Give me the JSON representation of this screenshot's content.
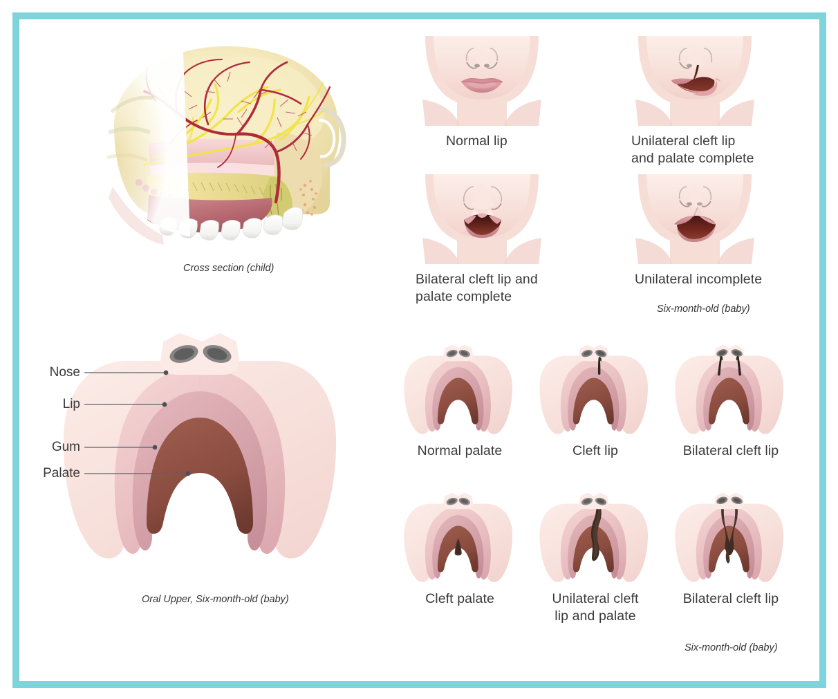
{
  "poster": {
    "border_color": "#7ed4da",
    "background_color": "#ffffff",
    "text_color": "#3b3b3b"
  },
  "palette": {
    "skin_light": "#fbeae4",
    "skin_mid": "#f6ddd6",
    "skin_shadow": "#eccfc7",
    "lip_pink": "#d79aa0",
    "gum_pink": "#dcb0b5",
    "palate_dark": "#7e453b",
    "palate_mid": "#9b5d4e",
    "mouth_dark": "#5e2622",
    "nostril_gray": "#6d6d6d",
    "cleft_dark": "#4a342c",
    "bone_yellow": "#efe3a8",
    "artery_red": "#b02a3a",
    "nerve_yellow": "#f2e34a",
    "tooth_white": "#fdfdfd",
    "mucosa_pink": "#f0cfd2"
  },
  "cross_section": {
    "caption": "Cross section (child)"
  },
  "faces": {
    "items": [
      {
        "id": "normal-lip",
        "label": "Normal lip",
        "type": "normal"
      },
      {
        "id": "unilateral-complete",
        "label": "Unilateral cleft lip\nand palate complete",
        "type": "unilateral-complete"
      },
      {
        "id": "bilateral-complete",
        "label": "Bilateral cleft lip and\npalate complete",
        "type": "bilateral-complete"
      },
      {
        "id": "unilateral-incomplete",
        "label": "Unilateral incomplete",
        "type": "unilateral-incomplete"
      }
    ],
    "caption": "Six-month-old (baby)"
  },
  "big_palate": {
    "caption": "Oral Upper, Six-month-old (baby)",
    "annotations": [
      {
        "id": "nose",
        "label": "Nose"
      },
      {
        "id": "lip",
        "label": "Lip"
      },
      {
        "id": "gum",
        "label": "Gum"
      },
      {
        "id": "palate",
        "label": "Palate"
      }
    ]
  },
  "palates": {
    "items": [
      {
        "id": "normal-palate",
        "label": "Normal palate",
        "type": "normal"
      },
      {
        "id": "cleft-lip",
        "label": "Cleft lip",
        "type": "cleft-lip"
      },
      {
        "id": "bilateral-cleft-lip-top",
        "label": "Bilateral cleft lip",
        "type": "bilateral-cleft-lip"
      },
      {
        "id": "cleft-palate",
        "label": "Cleft palate",
        "type": "cleft-palate"
      },
      {
        "id": "unilateral-cleft-lip-palate",
        "label": "Unilateral cleft\nlip and palate",
        "type": "unilateral-cleft-lip-palate"
      },
      {
        "id": "bilateral-cleft-lip-bottom",
        "label": "Bilateral cleft lip",
        "type": "bilateral-cleft-lip-palate"
      }
    ],
    "caption": "Six-month-old (baby)"
  }
}
